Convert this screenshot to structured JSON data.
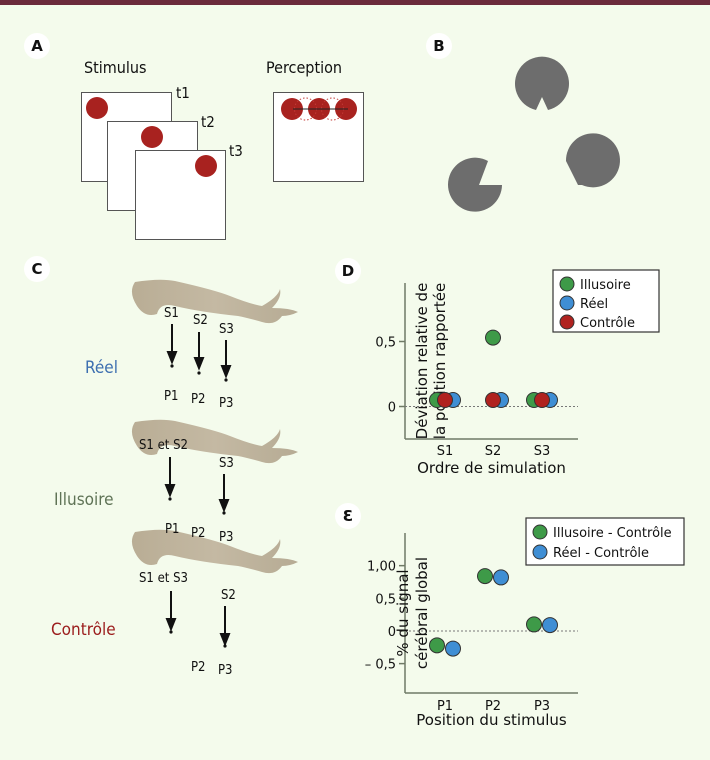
{
  "panels": {
    "a": {
      "label": "A",
      "stimulus_title": "Stimulus",
      "perception_title": "Perception",
      "frames": [
        "t1",
        "t2",
        "t3"
      ]
    },
    "b": {
      "label": "B"
    },
    "c": {
      "label": "C",
      "conditions": [
        {
          "name": "Réel",
          "color": "#3d6fb0",
          "arrows": [
            "S1",
            "S2",
            "S3"
          ],
          "positions": [
            "P1",
            "P2",
            "P3"
          ]
        },
        {
          "name": "Illusoire",
          "color": "#5f7356",
          "arrows": [
            "S1 et S2",
            "S3"
          ],
          "positions": [
            "P1",
            "P2",
            "P3"
          ]
        },
        {
          "name": "Contrôle",
          "color": "#9b1c1c",
          "arrows": [
            "S1 et S3",
            "S2"
          ],
          "positions": [
            "P2",
            "P3"
          ]
        }
      ]
    },
    "d": {
      "label": "D"
    },
    "e": {
      "label": "Ɛ"
    }
  },
  "colors": {
    "illusoire": "#3e9a48",
    "reel": "#3f8ed4",
    "controle": "#b0221f",
    "stimulus_dot": "#a8221f",
    "kanizsa": "#6d6d6d",
    "topbar": "#6b2b3c"
  },
  "chart_data": [
    {
      "type": "scatter",
      "panel": "D",
      "title": "",
      "xlabel": "Ordre de simulation",
      "ylabel_lines": [
        "Déviation relative de",
        "la position rapportée"
      ],
      "categories": [
        "S1",
        "S2",
        "S3"
      ],
      "yticks": [
        {
          "value": 0,
          "label": "0"
        },
        {
          "value": 0.5,
          "label": "0,5"
        }
      ],
      "ylim": [
        -0.25,
        0.95
      ],
      "reference_line": 0,
      "legend_position": "top-right",
      "series": [
        {
          "name": "Illusoire",
          "color": "#3e9a48",
          "values": [
            0.05,
            0.53,
            0.05
          ]
        },
        {
          "name": "Réel",
          "color": "#3f8ed4",
          "values": [
            0.05,
            0.05,
            0.05
          ]
        },
        {
          "name": "Contrôle",
          "color": "#b0221f",
          "values": [
            0.05,
            0.05,
            0.05
          ]
        }
      ]
    },
    {
      "type": "scatter",
      "panel": "E",
      "title": "",
      "xlabel": "Position du stimulus",
      "ylabel_lines": [
        "% du signal",
        "cérébral global"
      ],
      "categories": [
        "P1",
        "P2",
        "P3"
      ],
      "yticks": [
        {
          "value": -0.5,
          "label": "– 0,5"
        },
        {
          "value": 0,
          "label": "0"
        },
        {
          "value": 0.5,
          "label": "0,5"
        },
        {
          "value": 1.0,
          "label": "1,00"
        }
      ],
      "ylim": [
        -0.95,
        1.5
      ],
      "reference_line": 0,
      "legend_position": "top-right",
      "series": [
        {
          "name": "Illusoire - Contrôle",
          "color": "#3e9a48",
          "values": [
            -0.22,
            0.84,
            0.1
          ]
        },
        {
          "name": "Réel - Contrôle",
          "color": "#3f8ed4",
          "values": [
            -0.27,
            0.82,
            0.09
          ]
        }
      ]
    }
  ]
}
